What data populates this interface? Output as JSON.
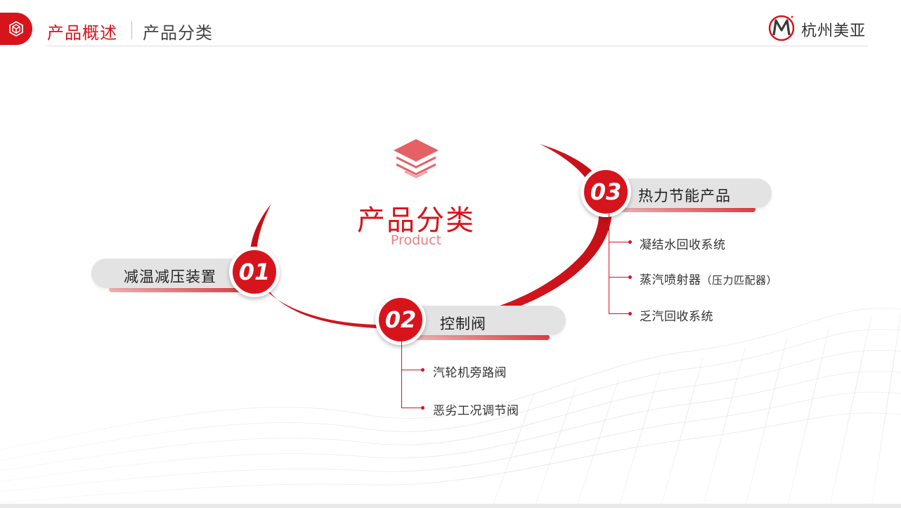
{
  "header": {
    "section_title": "产品概述",
    "page_title": "产品分类",
    "brand_name": "杭州美亚"
  },
  "center": {
    "title": "产品分类",
    "subtitle": "Product"
  },
  "categories": [
    {
      "number": "01",
      "label": "减温减压装置",
      "items": []
    },
    {
      "number": "02",
      "label": "控制阀",
      "items": [
        "汽轮机旁路阀",
        "恶劣工况调节阀"
      ]
    },
    {
      "number": "03",
      "label": "热力节能产品",
      "items": [
        "凝结水回收系统",
        "蒸汽喷射器",
        "乏汽回收系统"
      ],
      "item_note": "（压力匹配器）"
    }
  ],
  "colors": {
    "brand_red": "#d7141c",
    "pill_gray": "#e3e3e3",
    "text_dark": "#222222"
  },
  "icons": [
    "cube-icon",
    "brand-logo-icon",
    "stacked-layers-icon"
  ]
}
